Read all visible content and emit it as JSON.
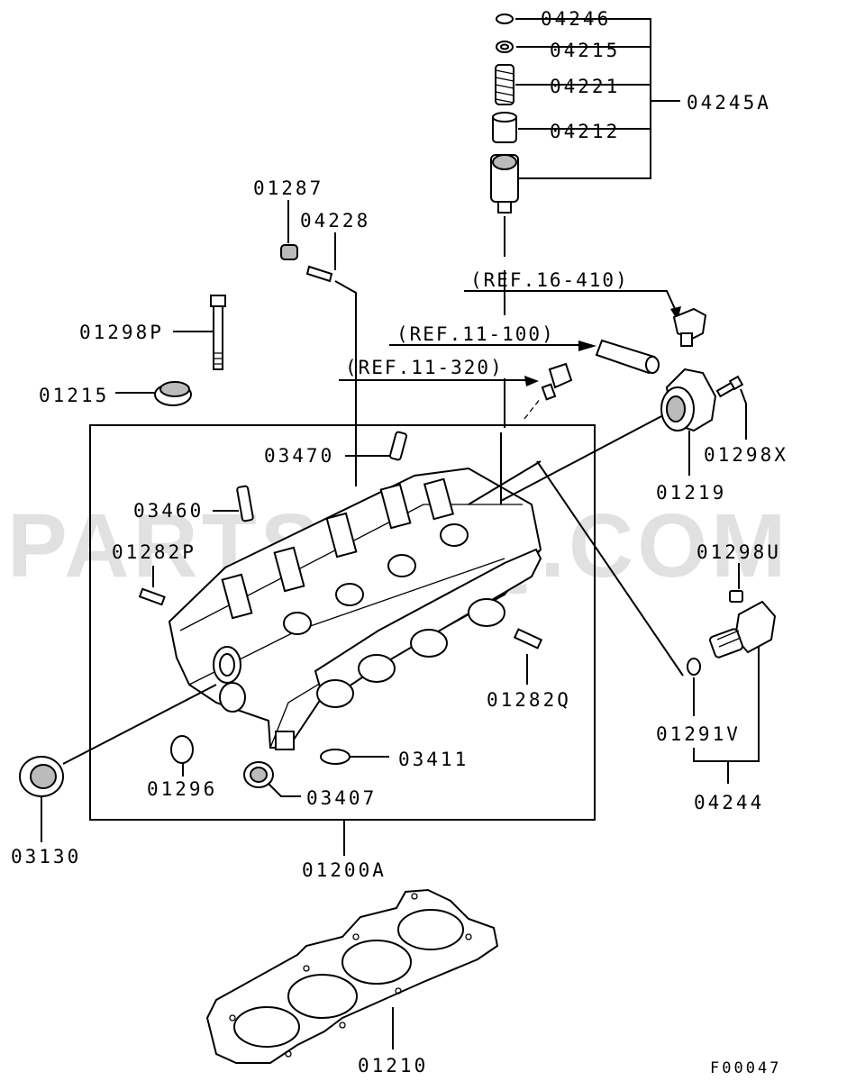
{
  "watermark": "PARTSOUQ.COM",
  "figure_code": "F00047",
  "references": {
    "ref_16_410": "(REF.16-410)",
    "ref_11_100": "(REF.11-100)",
    "ref_11_320": "(REF.11-320)"
  },
  "labels": {
    "p04246": "04246",
    "p04215": "04215",
    "p04221": "04221",
    "p04212": "04212",
    "p04245A": "04245A",
    "p01287": "01287",
    "p04228": "04228",
    "p01298P": "01298P",
    "p01215": "01215",
    "p03470": "03470",
    "p03460": "03460",
    "p01282P": "01282P",
    "p01219": "01219",
    "p01298X": "01298X",
    "p01298U": "01298U",
    "p01282Q": "01282Q",
    "p01291V": "01291V",
    "p04244": "04244",
    "p03411": "03411",
    "p01296": "01296",
    "p03407": "03407",
    "p03130": "03130",
    "p01200A": "01200A",
    "p01210": "01210"
  }
}
